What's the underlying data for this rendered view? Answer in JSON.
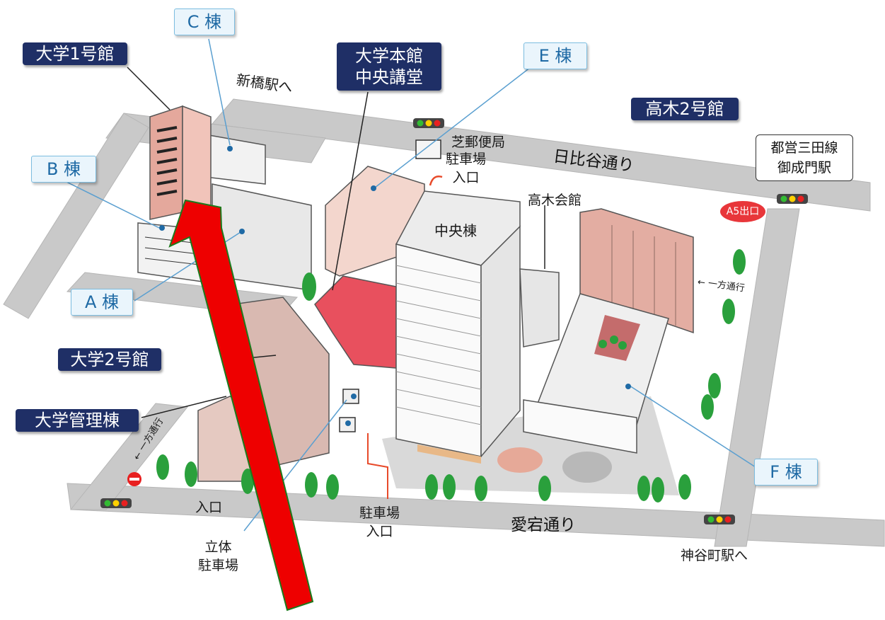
{
  "buildings": {
    "univ1": "大学1号館",
    "c_wing": "C 棟",
    "main_hall": [
      "大学本館",
      "中央講堂"
    ],
    "e_wing": "E 棟",
    "takagi2": "高木2号館",
    "b_wing": "B 棟",
    "a_wing": "A 棟",
    "univ2": "大学2号館",
    "admin": "大学管理棟",
    "f_wing": "F 棟",
    "central": "中央棟",
    "takagi_hall": "高木会館",
    "post_office": "芝郵便局"
  },
  "roads": {
    "hibiya": "日比谷通り",
    "atago": "愛宕通り",
    "to_shimbashi": "新橋駅へ",
    "to_kamiyacho": "神谷町駅へ",
    "one_way": "一方通行"
  },
  "station": {
    "name": [
      "都営三田線",
      "御成門駅"
    ],
    "exit": "A5出口"
  },
  "entrances": {
    "parking_north": [
      "駐車場",
      "入口"
    ],
    "parking_south": [
      "駐車場",
      "入口"
    ],
    "entrance": "入口",
    "multistory": [
      "立体",
      "駐車場"
    ]
  },
  "colors": {
    "label_navy": "#1f2f66",
    "wing_label_fill": "#eaf5fc",
    "wing_label_text": "#1f6aa5",
    "road": "#c9c9c9",
    "building_pink": "#e7b6ab",
    "building_red": "#e8505e",
    "tree": "#2aa03c",
    "arrow": "#ee0000"
  }
}
